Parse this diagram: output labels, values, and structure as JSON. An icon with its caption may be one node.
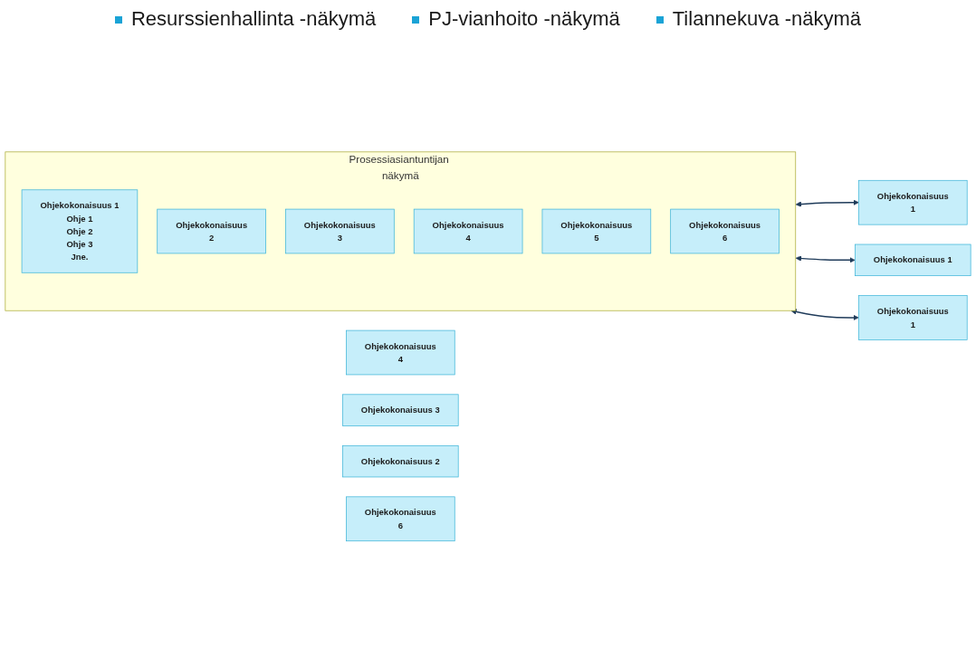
{
  "diagram": {
    "nodes": [
      {
        "text": [
          "Prosessiasiantuntijan näkymä"
        ]
      },
      {
        "text": [
          "Ohjekokonaisuus 1",
          "Ohje 1",
          "Ohje 2",
          "Ohje 3",
          "Jne."
        ],
        "in": 0
      },
      {
        "text": [
          "Ohjekokonaisuus",
          "2"
        ],
        "in": 0
      },
      {
        "text": [
          "Ohjekokonaisuus",
          "3"
        ],
        "in": 0
      },
      {
        "text": [
          "Ohjekokonaisuus",
          "4"
        ],
        "in": 0
      },
      {
        "text": [
          "Ohjekokonaisuus",
          "5"
        ],
        "in": 0
      },
      {
        "text": [
          "Ohjekokonaisuus",
          "6"
        ],
        "in": 0
      },
      {
        "text": [
          "Ohjekokonaisuus",
          "1"
        ]
      },
      {
        "text": [
          "Ohjekokonaisuus",
          "4"
        ]
      },
      {
        "text": [
          "Ohjekokonaisuus 1"
        ]
      },
      {
        "text": [
          "Ohjekokonaisuus 3"
        ]
      },
      {
        "text": [
          "Ohjekokonaisuus 2"
        ]
      },
      {
        "text": [
          "Ohjekokonaisuus",
          "1"
        ]
      },
      {
        "text": [
          "Ohjekokonaisuus",
          "6"
        ]
      }
    ],
    "edges": [
      {
        "from": 0,
        "to": 7,
        "arrow": "both"
      },
      {
        "from": 0,
        "to": 9,
        "arrow": "both"
      },
      {
        "from": 0,
        "to": 12,
        "arrow": "both"
      }
    ],
    "labels": [
      "Resurssienhallinta -näkymä",
      "PJ-vianhoito -näkymä",
      "Tilannekuva -näkymä"
    ]
  }
}
